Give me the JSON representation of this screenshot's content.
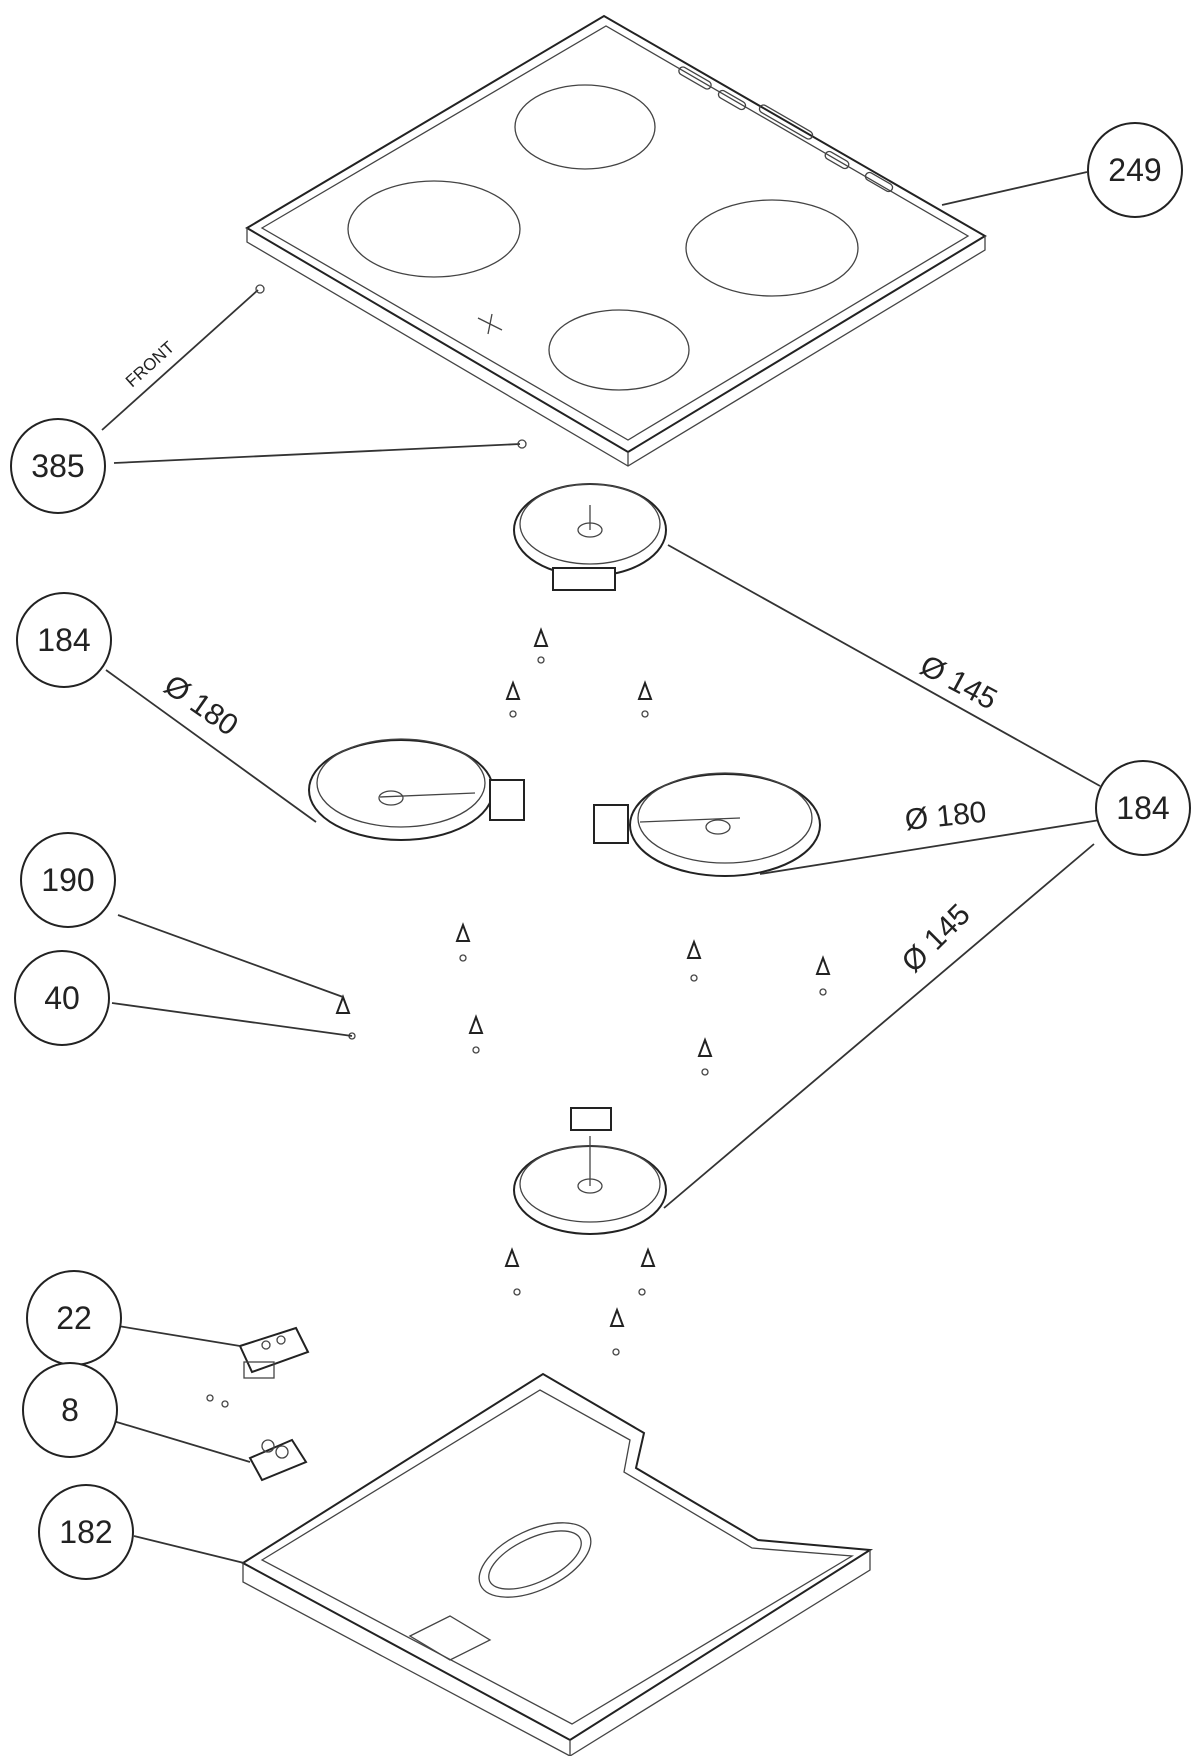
{
  "colors": {
    "ink": "#222222",
    "paper": "#ffffff",
    "bubble_fill": "#ffffff"
  },
  "callouts": {
    "c249": "249",
    "c385": "385",
    "c184_left": "184",
    "c184_right": "184",
    "c190": "190",
    "c40": "40",
    "c22": "22",
    "c8": "8",
    "c182": "182"
  },
  "dimensions": {
    "top_burner": "Ø 145",
    "left_burner": "Ø 180",
    "right_burner": "Ø 180",
    "bottom_burner": "Ø 145"
  },
  "front_label": "FRONT"
}
